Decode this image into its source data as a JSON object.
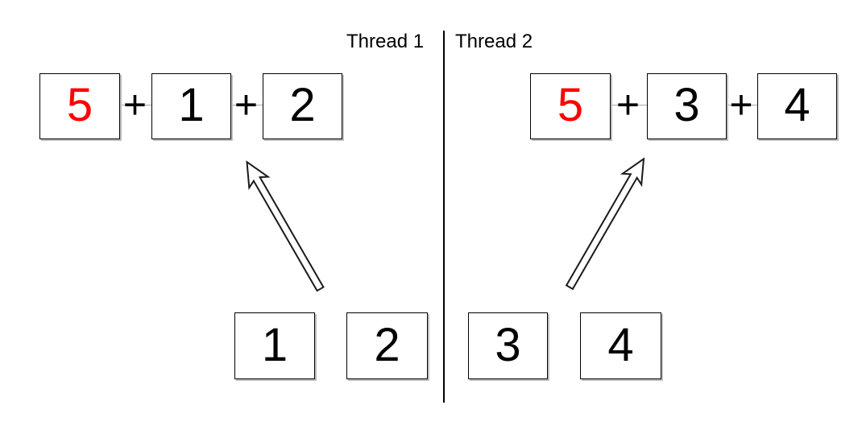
{
  "threads": [
    {
      "label": "Thread 1",
      "sum": {
        "terms": [
          "5",
          "1",
          "2"
        ]
      },
      "sources": [
        "1",
        "2"
      ]
    },
    {
      "label": "Thread 2",
      "sum": {
        "terms": [
          "5",
          "3",
          "4"
        ]
      },
      "sources": [
        "3",
        "4"
      ]
    }
  ],
  "operator": "+",
  "icons": {
    "left_arrow": "up-left-outline-arrow",
    "right_arrow": "up-right-outline-arrow"
  },
  "colors": {
    "shared_value_text": "#ff0000",
    "default_text": "#000000",
    "box_border": "#000000",
    "divider": "#000000",
    "background": "#ffffff"
  }
}
